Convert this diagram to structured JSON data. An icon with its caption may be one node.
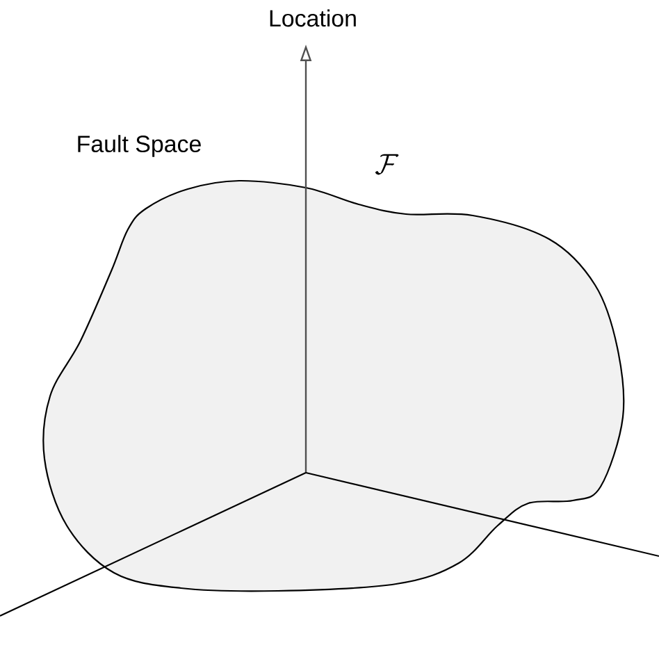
{
  "diagram": {
    "labels": [
      "Location",
      "Fault Space",
      "\\mathcal{F}"
    ]
  }
}
